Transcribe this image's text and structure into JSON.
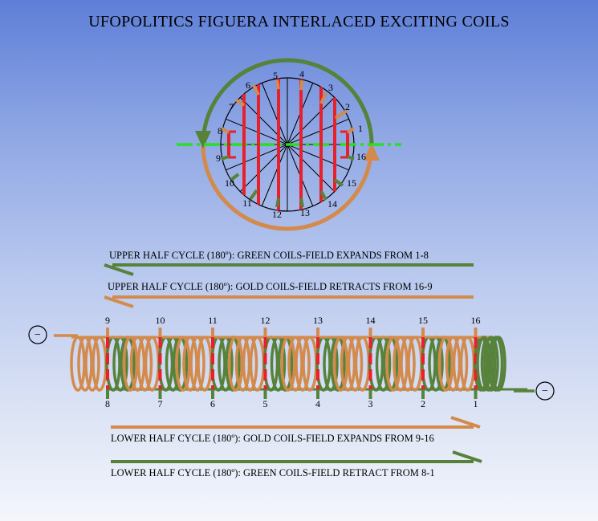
{
  "title": "UFOPOLITICS FIGUERA INTERLACED EXCITING COILS",
  "colors": {
    "gold": "#d38a4a",
    "green": "#56823a",
    "red": "#e8202a",
    "axis_green": "#27e020",
    "background_top": "#5e7fd8",
    "background_bottom": "#f4f6fc"
  },
  "circle_labels": [
    "1",
    "2",
    "3",
    "4",
    "5",
    "6",
    "7",
    "8",
    "9",
    "10",
    "11",
    "12",
    "13",
    "14",
    "15",
    "16"
  ],
  "captions": {
    "upper_green": "UPPER HALF CYCLE (180º): GREEN COILS-FIELD EXPANDS FROM 1-8",
    "upper_gold": "UPPER HALF CYCLE (180º): GOLD COILS-FIELD RETRACTS FROM 16-9",
    "lower_gold": "LOWER HALF CYCLE (180º): GOLD COILS-FIELD EXPANDS FROM 9-16",
    "lower_green": "LOWER HALF CYCLE (180º): GREEN COILS-FIELD RETRACT FROM 8-1"
  },
  "coil": {
    "top_labels": [
      "9",
      "10",
      "11",
      "12",
      "13",
      "14",
      "15",
      "16"
    ],
    "bottom_labels": [
      "8",
      "7",
      "6",
      "5",
      "4",
      "3",
      "2",
      "1"
    ],
    "left_terminal": "−",
    "right_terminal": "−"
  }
}
